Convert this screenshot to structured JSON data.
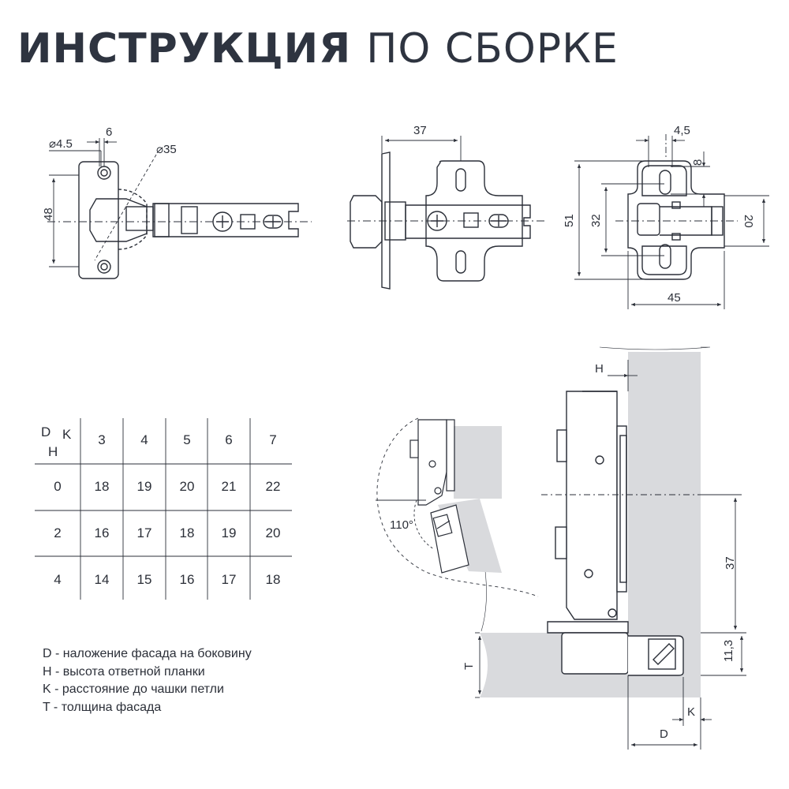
{
  "title": {
    "bold": "ИНСТРУКЦИЯ",
    "light": "ПО СБОРКЕ"
  },
  "dimensions": {
    "hole_diameter": "⌀4.5",
    "offset_6": "6",
    "cup_diameter": "⌀35",
    "height_48": "48",
    "length_37": "37",
    "width_4_5": "4,5",
    "gap_8": "8",
    "plate_51": "51",
    "plate_32": "32",
    "plate_20": "20",
    "plate_45": "45",
    "label_H": "H",
    "angle": "110°",
    "mount_37": "37",
    "cup_depth": "11,3",
    "label_T": "T",
    "label_K": "K",
    "label_D": "D"
  },
  "table": {
    "corner": {
      "D": "D",
      "K": "K",
      "H": "H"
    },
    "columns": [
      "3",
      "4",
      "5",
      "6",
      "7"
    ],
    "rows": [
      {
        "h": "0",
        "values": [
          "18",
          "19",
          "20",
          "21",
          "22"
        ]
      },
      {
        "h": "2",
        "values": [
          "16",
          "17",
          "18",
          "19",
          "20"
        ]
      },
      {
        "h": "4",
        "values": [
          "14",
          "15",
          "16",
          "17",
          "18"
        ]
      }
    ]
  },
  "legend": [
    "D - наложение фасада на боковину",
    "H - высота ответной планки",
    "K - расстояние до чашки петли",
    "T - толщина фасада"
  ]
}
